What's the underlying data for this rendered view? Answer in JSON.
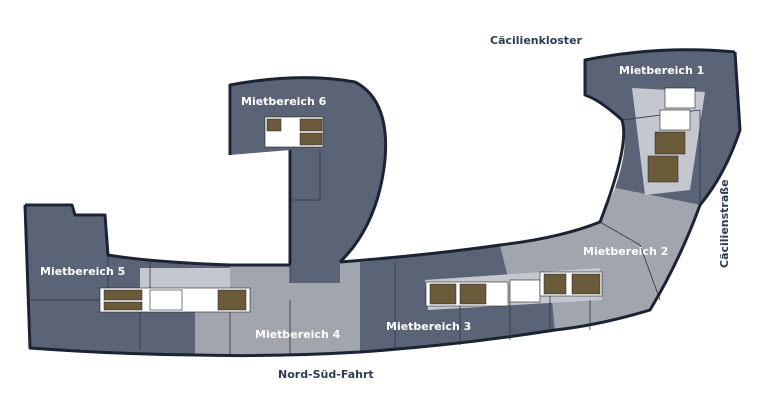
{
  "streets": {
    "north": "Cäcilienkloster",
    "east": "Cäcilienstraße",
    "south": "Nord-Süd-Fahrt"
  },
  "zones": [
    {
      "id": "1",
      "label": "Mietbereich 1",
      "tone": "dark"
    },
    {
      "id": "2",
      "label": "Mietbereich 2",
      "tone": "light"
    },
    {
      "id": "3",
      "label": "Mietbereich 3",
      "tone": "dark"
    },
    {
      "id": "4",
      "label": "Mietbereich 4",
      "tone": "light"
    },
    {
      "id": "5",
      "label": "Mietbereich 5",
      "tone": "dark"
    },
    {
      "id": "6",
      "label": "Mietbereich 6",
      "tone": "dark"
    }
  ],
  "colors": {
    "dark_zone": "#5b6377",
    "light_zone": "#a1a5ae",
    "core": "#d6d8dc",
    "wall": "#1c2433",
    "street_text": "#2d3b55"
  }
}
